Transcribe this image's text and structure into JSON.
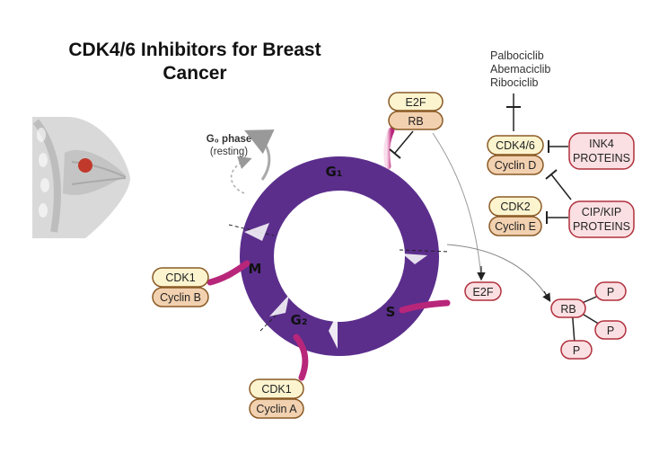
{
  "title": {
    "line1": "CDK4/6 Inhibitors for Breast",
    "line2": "Cancer"
  },
  "g0": {
    "label": "G₀ phase",
    "sub": "(resting)"
  },
  "phases": {
    "g1": "G₁",
    "s": "S",
    "g2": "G₂",
    "m": "M"
  },
  "e2f_rb": {
    "e2f": "E2F",
    "rb": "RB"
  },
  "drugs": [
    "Palbociclib",
    "Abemaciclib",
    "Ribociclib"
  ],
  "cdk46": {
    "top": "CDK4/6",
    "bottom": "Cyclin D"
  },
  "cdk2": {
    "top": "CDK2",
    "bottom": "Cyclin E"
  },
  "ink4": {
    "line1": "INK4",
    "line2": "PROTEINS"
  },
  "cipkip": {
    "line1": "CIP/KIP",
    "line2": "PROTEINS"
  },
  "cdk1b": {
    "top": "CDK1",
    "bottom": "Cyclin B"
  },
  "cdk1a": {
    "top": "CDK1",
    "bottom": "Cyclin A"
  },
  "e2f_free": "E2F",
  "rb_p": {
    "rb": "RB",
    "p1": "P",
    "p2": "P",
    "p3": "P"
  },
  "colors": {
    "ring": "#5b2e8c",
    "magenta": "#b8267a",
    "pill_yellow": "#fbf4cf",
    "pill_tan": "#f2d1b0",
    "pill_border": "#8a5a25",
    "pink_fill": "#fbe0e3",
    "pink_border": "#b0303c"
  }
}
